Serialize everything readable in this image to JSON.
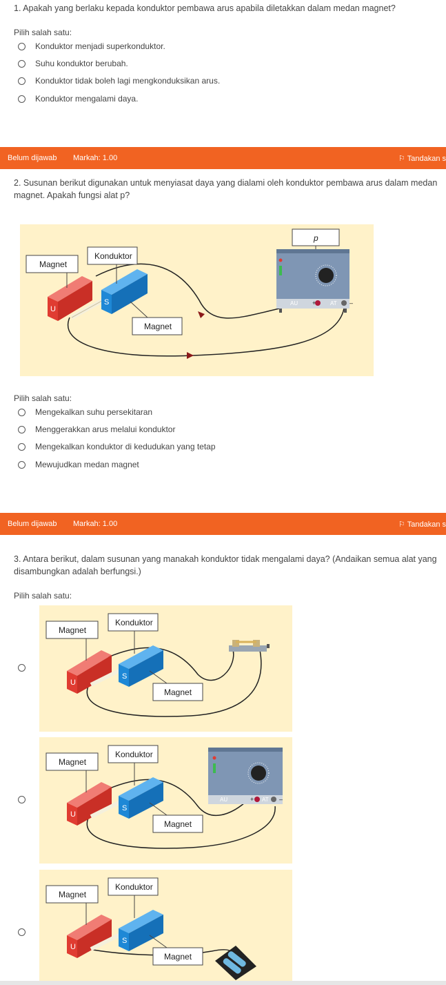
{
  "q1": {
    "text": "1. Apakah yang berlaku kepada konduktor pembawa arus apabila diletakkan dalam medan magnet?",
    "prompt": "Pilih salah satu:",
    "options": [
      "Konduktor menjadi superkonduktor.",
      "Suhu konduktor berubah.",
      "Konduktor tidak boleh lagi mengkonduksikan arus.",
      "Konduktor mengalami daya."
    ]
  },
  "bar2": {
    "status": "Belum dijawab",
    "mark": "Markah: 1.00",
    "flag": "Tandakan s"
  },
  "q2": {
    "text": "2. Susunan berikut digunakan untuk menyiasat daya yang dialami oleh konduktor pembawa arus dalam medan magnet. Apakah fungsi alat p?",
    "figure": {
      "p_label": "p",
      "magnet_label_top": "Magnet",
      "konduktor_label": "Konduktor",
      "magnet_label_bottom": "Magnet",
      "u_label": "U",
      "s_label": "S",
      "au_label": "AU",
      "at_label": "AT",
      "plus": "+",
      "minus": "–"
    },
    "prompt": "Pilih salah satu:",
    "options": [
      "Mengekalkan suhu persekitaran",
      "Menggerakkan arus melalui konduktor",
      "Mengekalkan konduktor di kedudukan yang tetap",
      "Mewujudkan medan magnet"
    ]
  },
  "bar3": {
    "status": "Belum dijawab",
    "mark": "Markah: 1.00",
    "flag": "Tandakan s"
  },
  "q3": {
    "text": "3. Antara berikut, dalam susunan yang manakah konduktor tidak mengalami daya? (Andaikan semua alat yang disambungkan adalah berfungsi.)",
    "prompt": "Pilih salah satu:",
    "fig_labels": {
      "magnet_top": "Magnet",
      "konduktor": "Konduktor",
      "magnet_bottom": "Magnet",
      "u": "U",
      "s": "S",
      "au": "AU",
      "at": "AT",
      "plus": "+",
      "minus": "–"
    }
  },
  "colors": {
    "bar": "#f16322",
    "figure_bg": "#fff2c9",
    "magnet_red": "#e03c32",
    "magnet_blue": "#1e88d6"
  }
}
